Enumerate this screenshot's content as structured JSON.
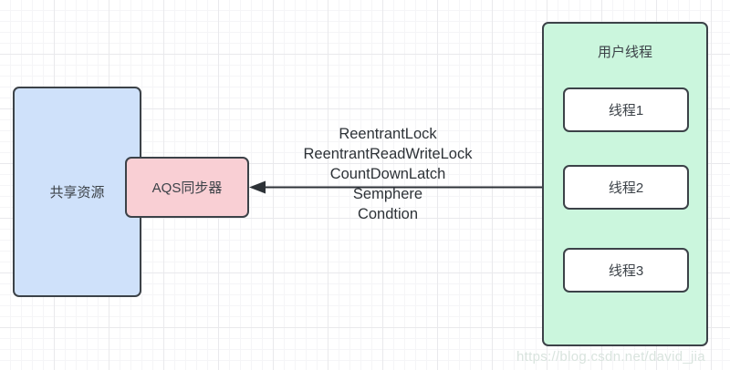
{
  "diagram": {
    "shared_resource": {
      "label": "共享资源",
      "fill": "#cfe1fa",
      "stroke": "#3c4248"
    },
    "aqs": {
      "label": "AQS同步器",
      "fill": "#f9cfd4",
      "stroke": "#3c4248"
    },
    "user_threads": {
      "title": "用户线程",
      "fill": "#cbf6dd",
      "stroke": "#3c4248",
      "threads": [
        {
          "label": "线程1"
        },
        {
          "label": "线程2"
        },
        {
          "label": "线程3"
        }
      ]
    },
    "arrow": {
      "direction": "right-to-left",
      "from": "用户线程",
      "to": "AQS同步器",
      "color": "#2d3237"
    },
    "api_labels": [
      "ReentrantLock",
      "ReentrantReadWriteLock",
      "CountDownLatch",
      "Semphere",
      "Condtion"
    ]
  },
  "watermark": {
    "text": "https://blog.csdn.net/david_jia"
  }
}
